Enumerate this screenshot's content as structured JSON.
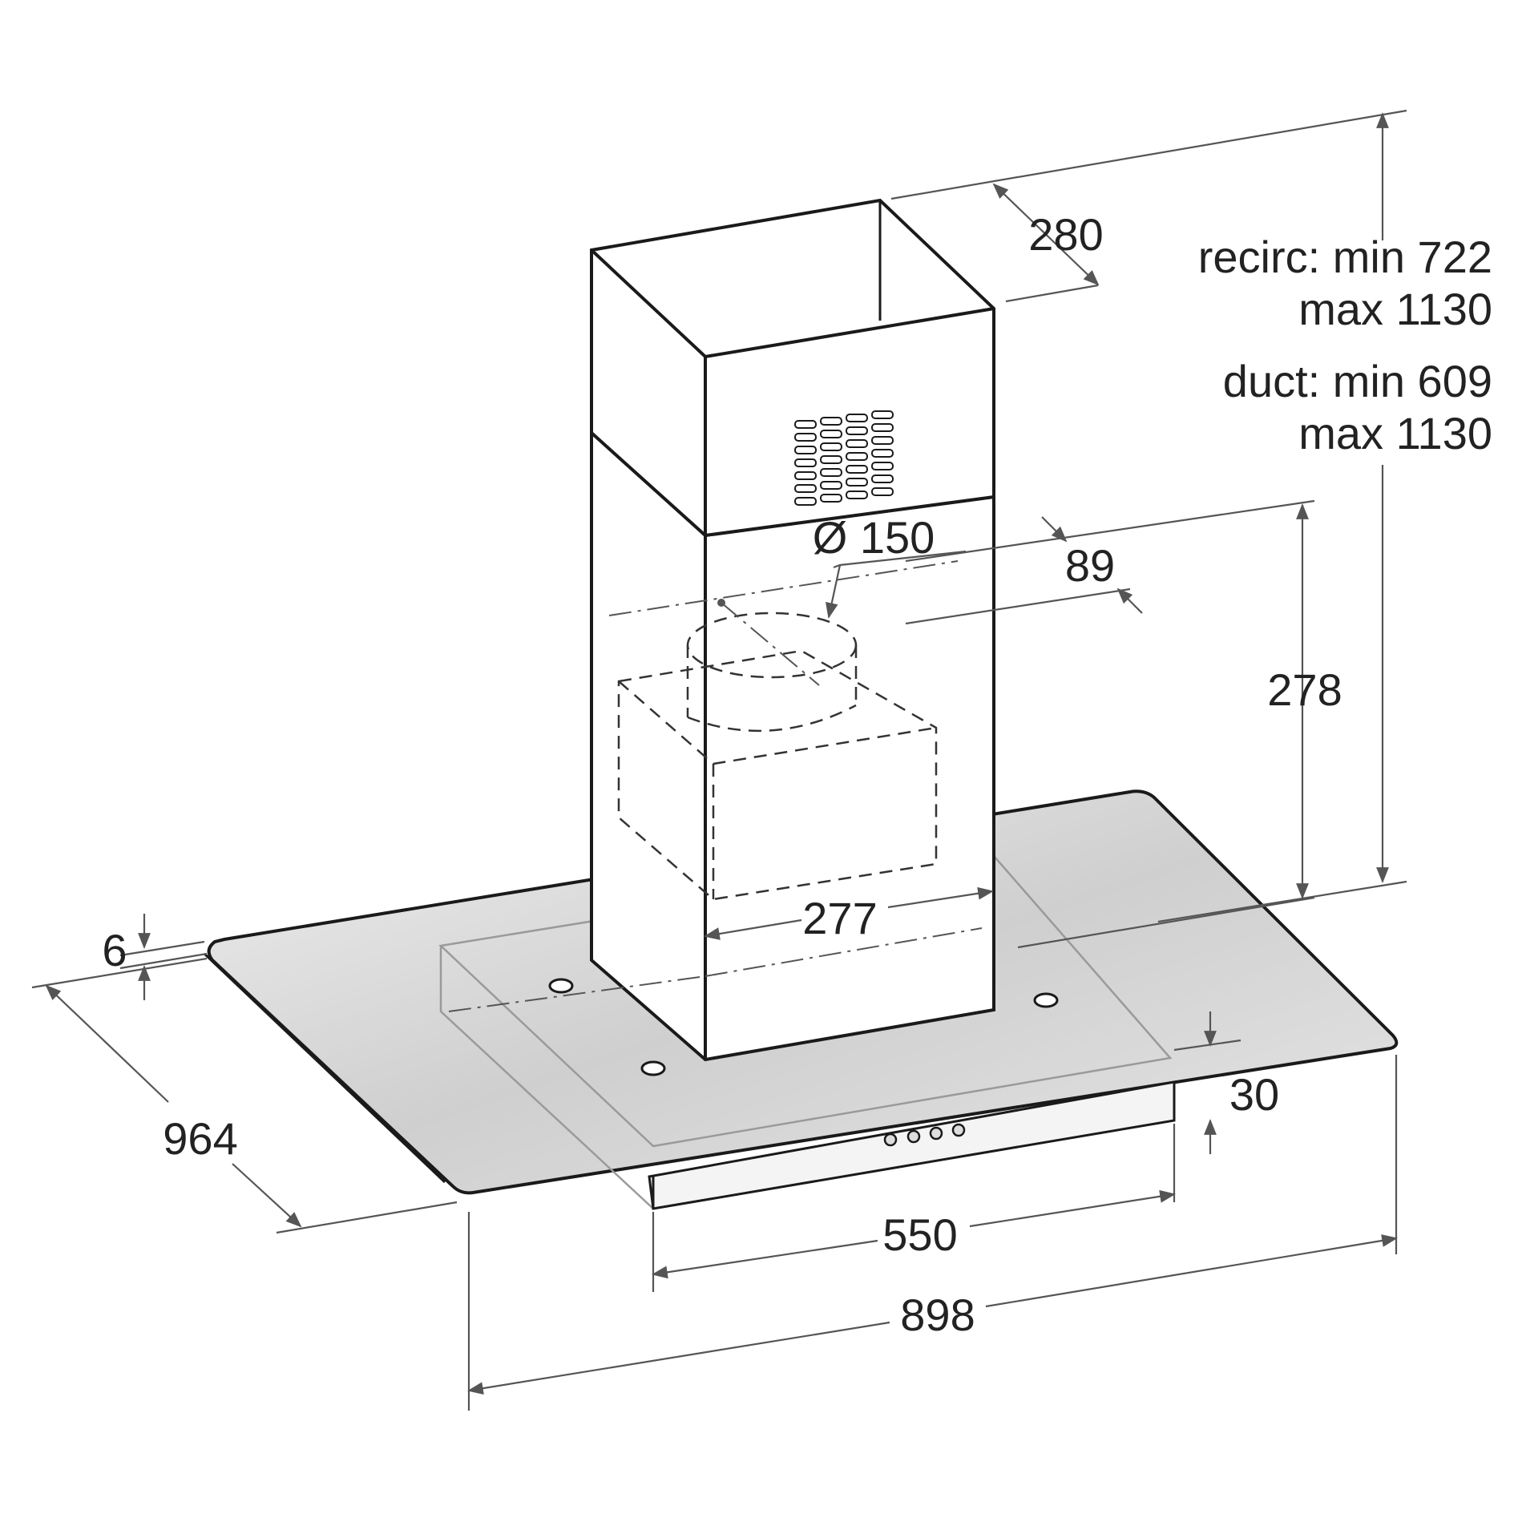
{
  "dimensions": {
    "chimney_depth": "280",
    "recirc_prefix": "recirc:",
    "recirc_min": "min 722",
    "recirc_max": "max 1130",
    "duct_prefix": "duct:",
    "duct_min": "min 609",
    "duct_max": "max 1130",
    "outlet_diameter": "Ø 150",
    "outlet_offset": "89",
    "hood_height": "278",
    "chimney_width": "277",
    "glass_thickness": "6",
    "total_depth": "964",
    "body_height": "30",
    "body_width": "550",
    "total_width": "898"
  },
  "colors": {
    "line": "#1a1a1a",
    "dim_line": "#555555",
    "glass_fill": "#d8d8d8",
    "glass_shade": "#bdbdbd",
    "text": "#222222"
  }
}
